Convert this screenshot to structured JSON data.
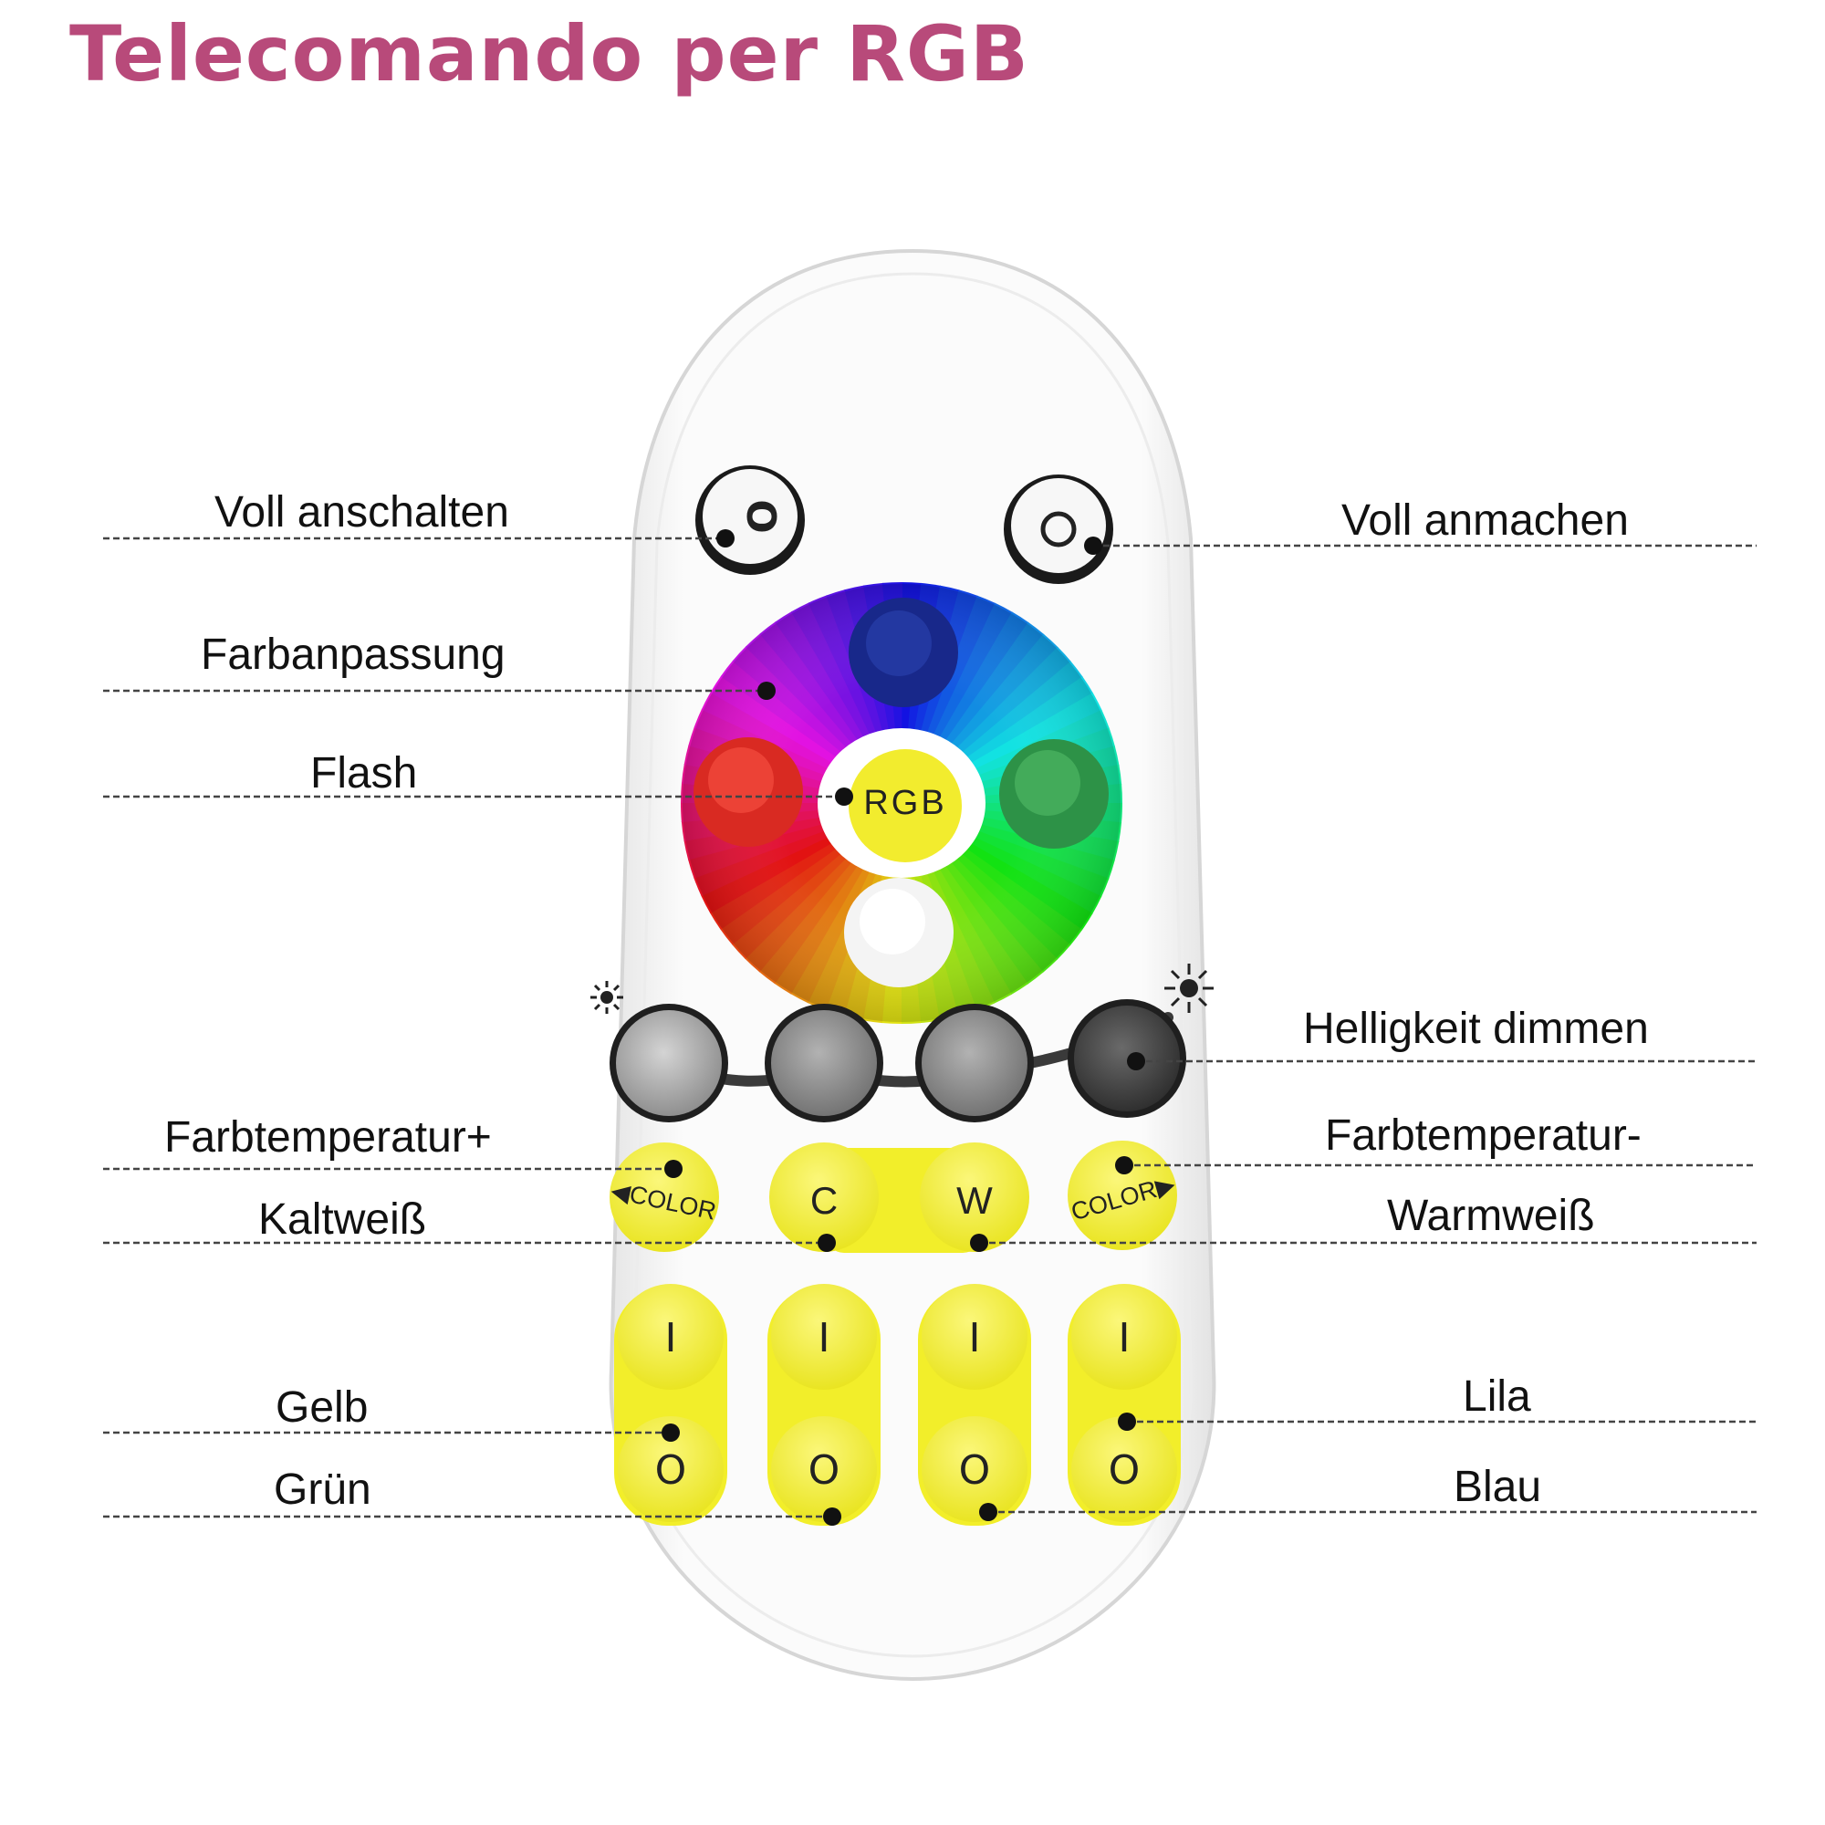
{
  "title": "Telecomando per RGB",
  "colors": {
    "title": "#b84a7a",
    "remote_body": "#fafafa",
    "button_yellow": "#f2ee2a",
    "button_gray": "#8d8d8d",
    "dimmer_dark": "#3e3e3e",
    "wheel_red": "#e0362b",
    "wheel_green": "#2f9a4a",
    "wheel_blue": "#1a2f95",
    "wheel_white": "#ffffff",
    "rgb_center": "#f4ee3a"
  },
  "buttons": {
    "rgb": "RGB",
    "color_left": "◀COLOR",
    "color_right": "COLOR▶",
    "cold": "C",
    "warm": "W",
    "on_glyph": "I",
    "off_glyph": "O",
    "power_on": "I",
    "power_off": "O"
  },
  "callouts": {
    "voll_anschalten": "Voll anschalten",
    "voll_anmachen": "Voll anmachen",
    "farbanpassung": "Farbanpassung",
    "flash": "Flash",
    "helligkeit_dimmen": "Helligkeit dimmen",
    "farbtemperatur_plus": "Farbtemperatur+",
    "farbtemperatur_minus": "Farbtemperatur-",
    "kaltweiss": "Kaltweiß",
    "warmweiss": "Warmweiß",
    "gelb": "Gelb",
    "lila": "Lila",
    "gruen": "Grün",
    "blau": "Blau"
  }
}
